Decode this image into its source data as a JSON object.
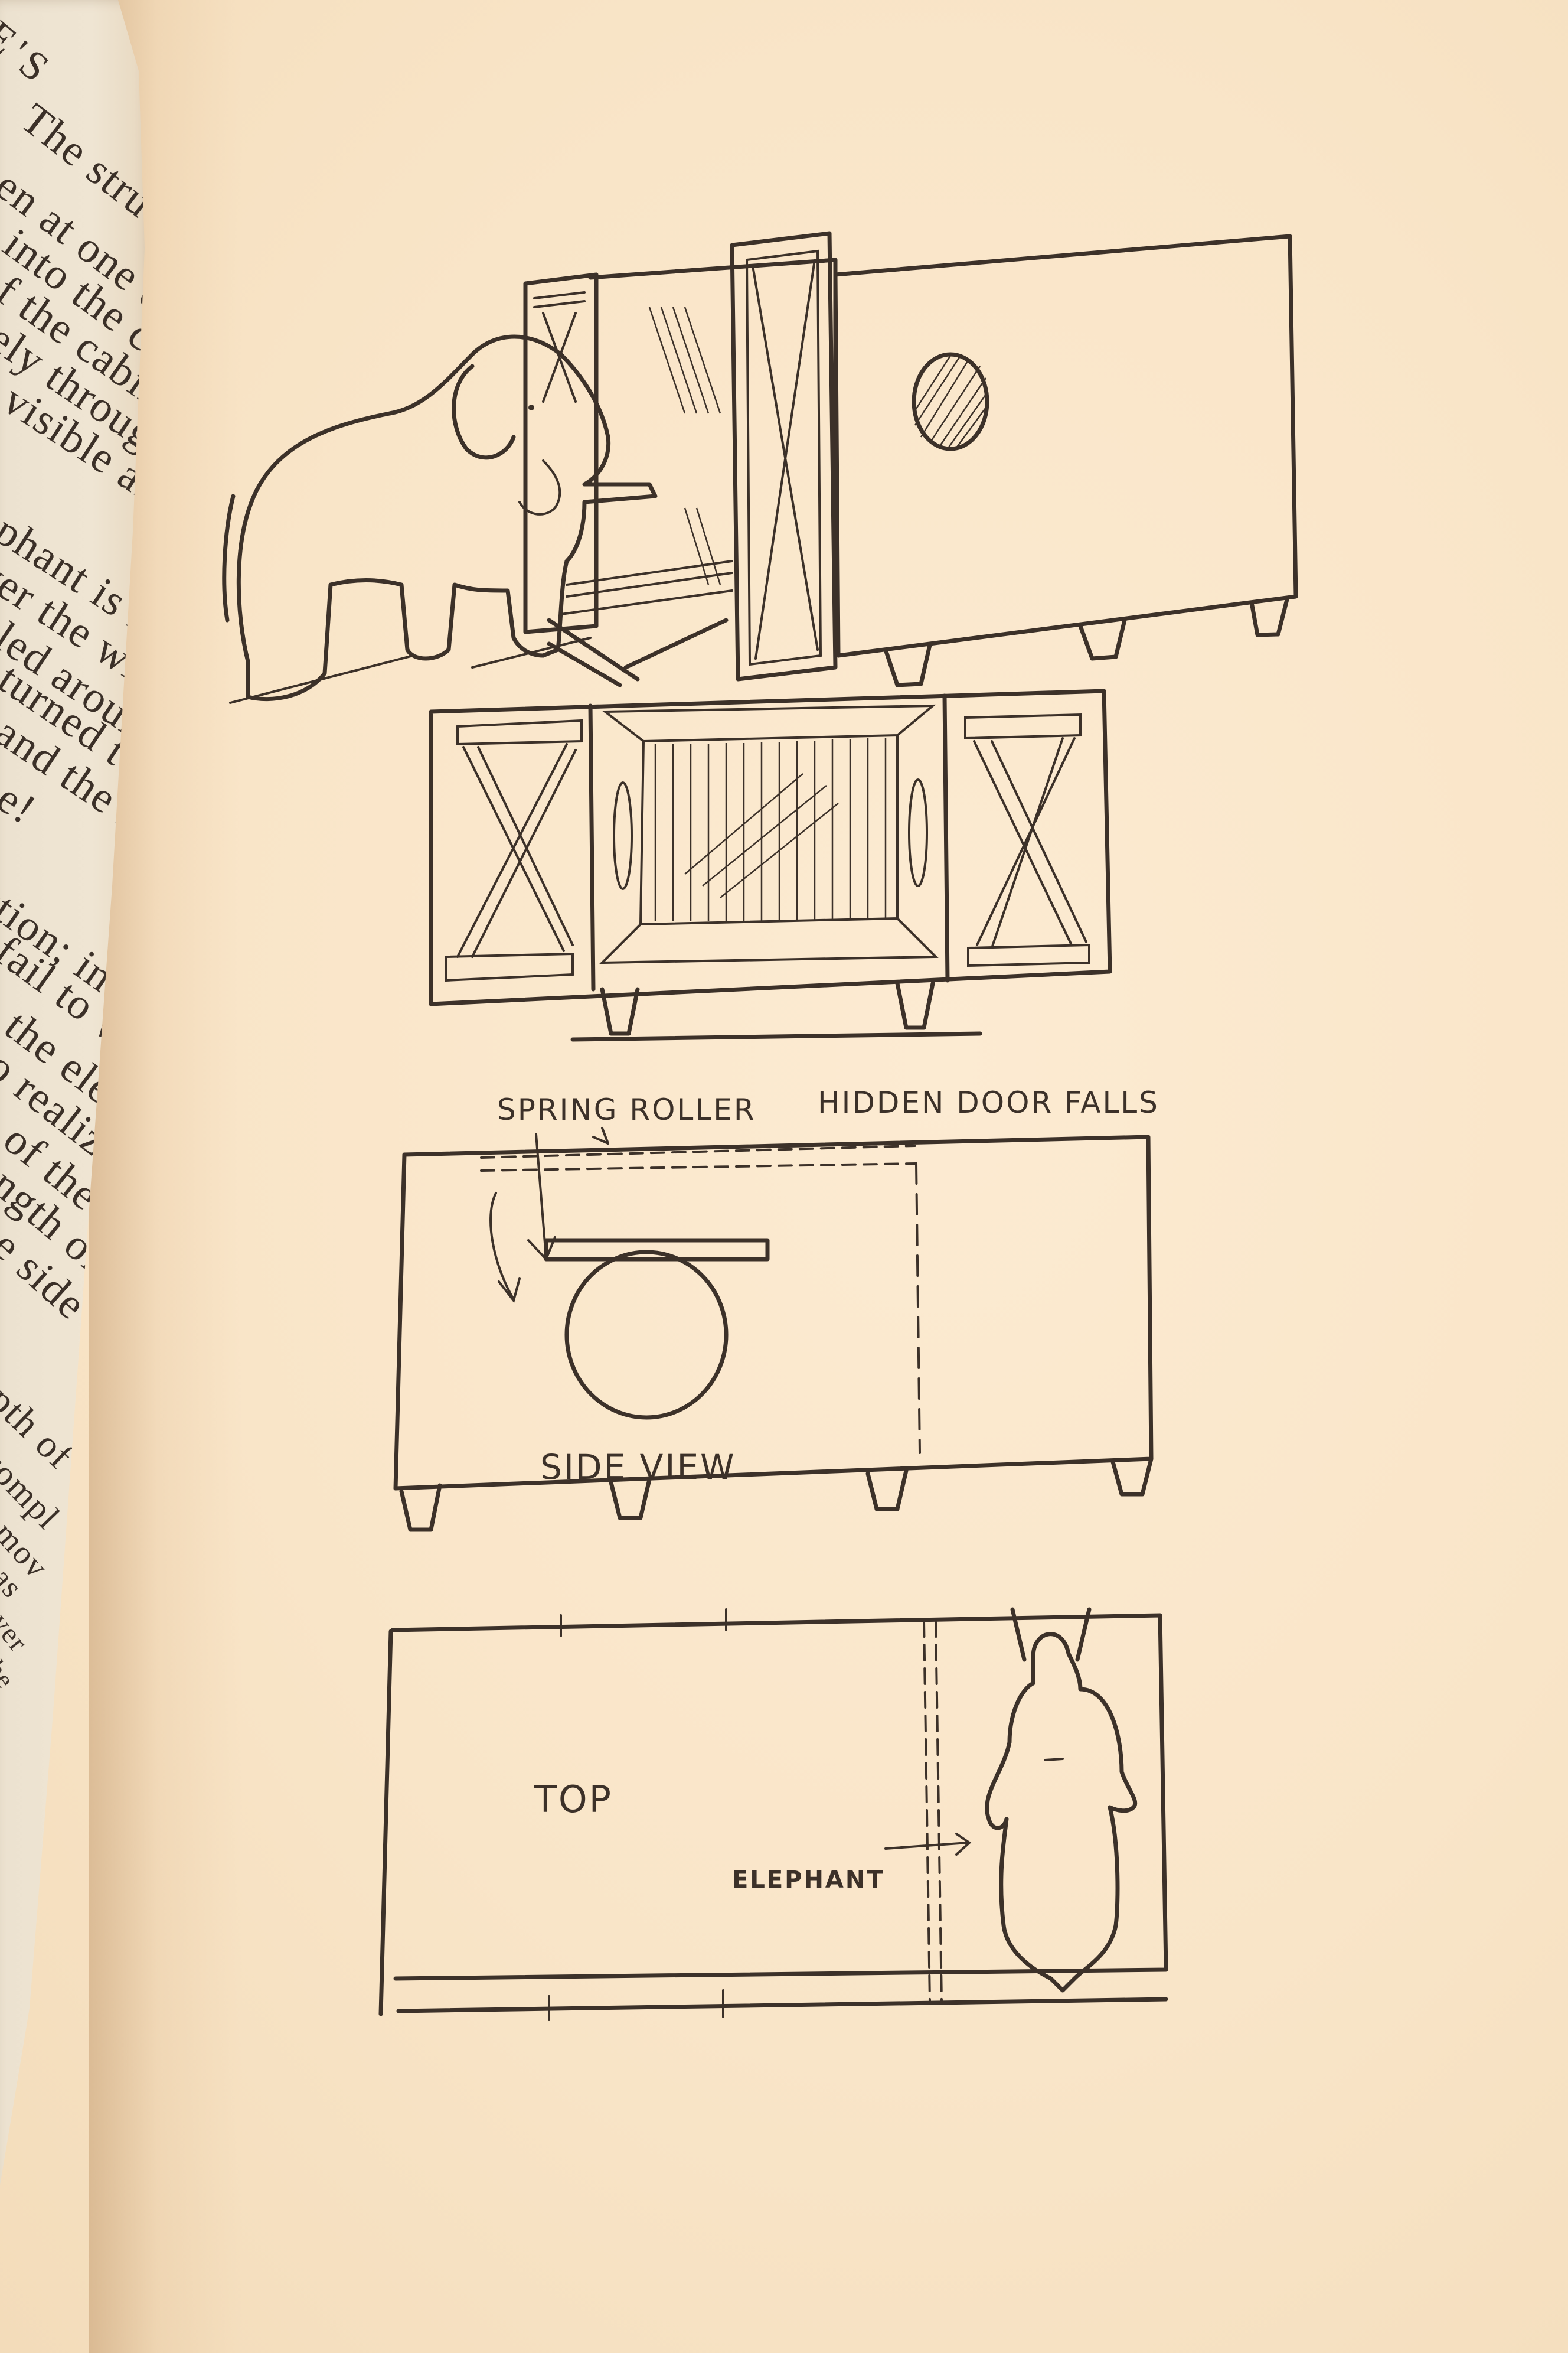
{
  "page": {
    "type": "book-page-photo",
    "paper_color": "#f9e5c8",
    "ink_color": "#3c3129"
  },
  "left_page": {
    "header_fragment": "E'S",
    "lines": [
      "The structure",
      "pen at one end,",
      "e into the cabi",
      "of the cabinet",
      "tely through",
      "s visible after",
      "ephant is hid",
      "ver the windo",
      "eled around",
      "turned tow",
      "and the ro",
      "ne!",
      "ction; in",
      "fail to w",
      "n the eleph",
      "to realize",
      "n of the",
      "ength of",
      "he side",
      "epth of",
      "compl",
      "o mov",
      "n as",
      "over",
      "the"
    ]
  },
  "figures": {
    "perspective": {
      "subject": "Elephant walking up ramp into open cabinet with X-braced door",
      "elements": [
        "elephant",
        "cabinet",
        "x-braced-door",
        "ramp",
        "hatched-porthole"
      ]
    },
    "front_view": {
      "subject": "Cabinet front with both X-braced doors open showing hatched interior",
      "elements": [
        "left-door",
        "right-door",
        "interior",
        "side-portholes",
        "legs"
      ]
    },
    "side_view": {
      "caption": "SIDE VIEW",
      "labels": {
        "spring_roller": "SPRING ROLLER",
        "hidden_door": "HIDDEN DOOR FALLS"
      }
    },
    "top_view": {
      "caption": "TOP",
      "labels": {
        "elephant": "ELEPHANT"
      }
    }
  }
}
